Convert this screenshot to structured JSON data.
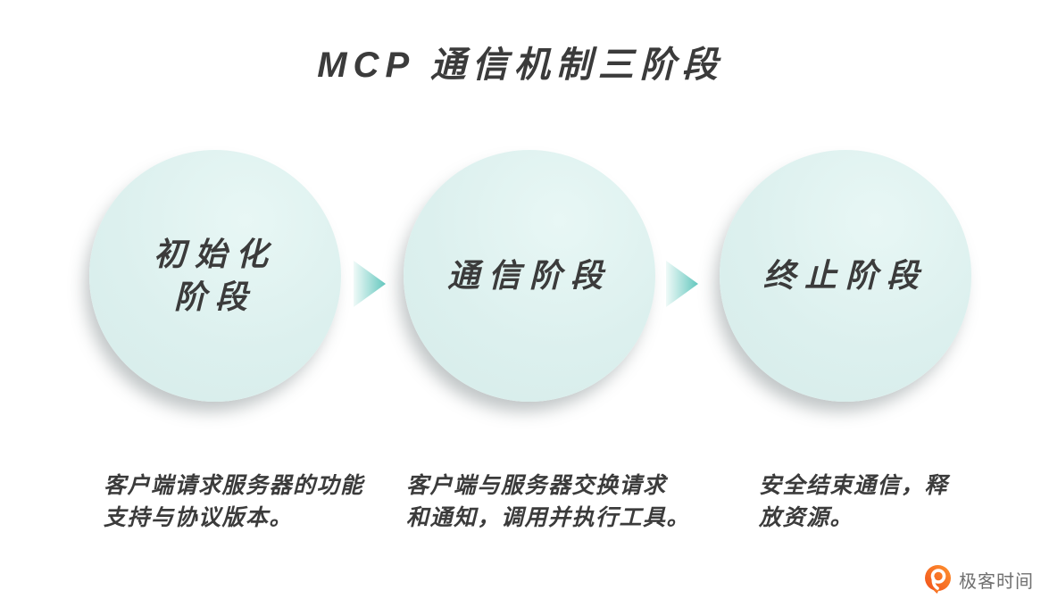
{
  "title": "MCP 通信机制三阶段",
  "stages": [
    {
      "id": "initialization",
      "label": "初始化\n阶段",
      "description": "客户端请求服务器的功能\n支持与协议版本。"
    },
    {
      "id": "communication",
      "label": "通信阶段",
      "description": "客户端与服务器交换请求\n和通知，调用并执行工具。"
    },
    {
      "id": "termination",
      "label": "终止阶段",
      "description": "安全结束通信，释\n放资源。"
    }
  ],
  "brand": {
    "name": "极客时间"
  },
  "colors": {
    "circle_fill": "#DCF0EE",
    "arrow_teal": "#63C7BE",
    "arrow_light": "#F0FAF8",
    "text_dark": "#3B3B3B",
    "brand_orange_dark": "#F1511B",
    "brand_orange_light": "#FE9230",
    "brand_text_gray": "#6F6F6F"
  }
}
